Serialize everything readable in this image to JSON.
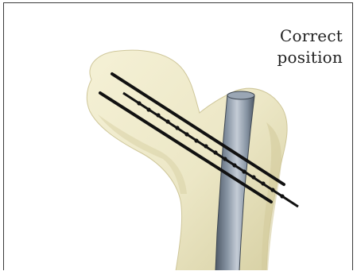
{
  "caption": {
    "line1": "Correct",
    "line2": "position"
  },
  "colors": {
    "bone": "#ece7c6",
    "bone_shade": "#d6cfa2",
    "nail": "#8794a3",
    "nail_highlight": "#c4ccd6",
    "nail_shadow": "#4e5966",
    "pin": "#111111",
    "frame": "#3a3a3a"
  },
  "icons": [
    "femur-head-illustration",
    "intramedullary-nail",
    "screw-lines"
  ]
}
